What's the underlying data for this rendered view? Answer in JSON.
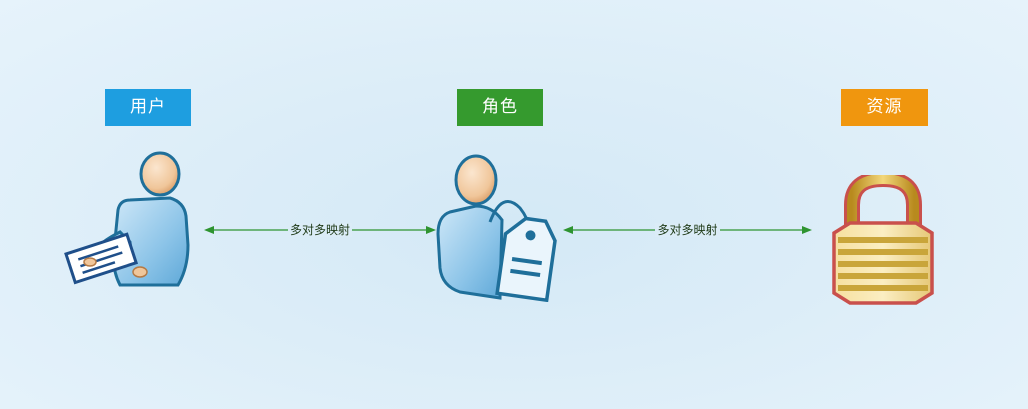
{
  "nodes": {
    "user": {
      "label": "用户",
      "color": "#1e9ee0",
      "icon": "user-with-document-icon"
    },
    "role": {
      "label": "角色",
      "color": "#359a2e",
      "icon": "user-with-tag-icon"
    },
    "resource": {
      "label": "资源",
      "color": "#f0960e",
      "icon": "padlock-icon"
    }
  },
  "connectors": [
    {
      "from": "用户",
      "to": "角色",
      "label": "多对多映射",
      "color": "#2e9430",
      "arrows": "both"
    },
    {
      "from": "角色",
      "to": "资源",
      "label": "多对多映射",
      "color": "#2e9430",
      "arrows": "both"
    }
  ]
}
